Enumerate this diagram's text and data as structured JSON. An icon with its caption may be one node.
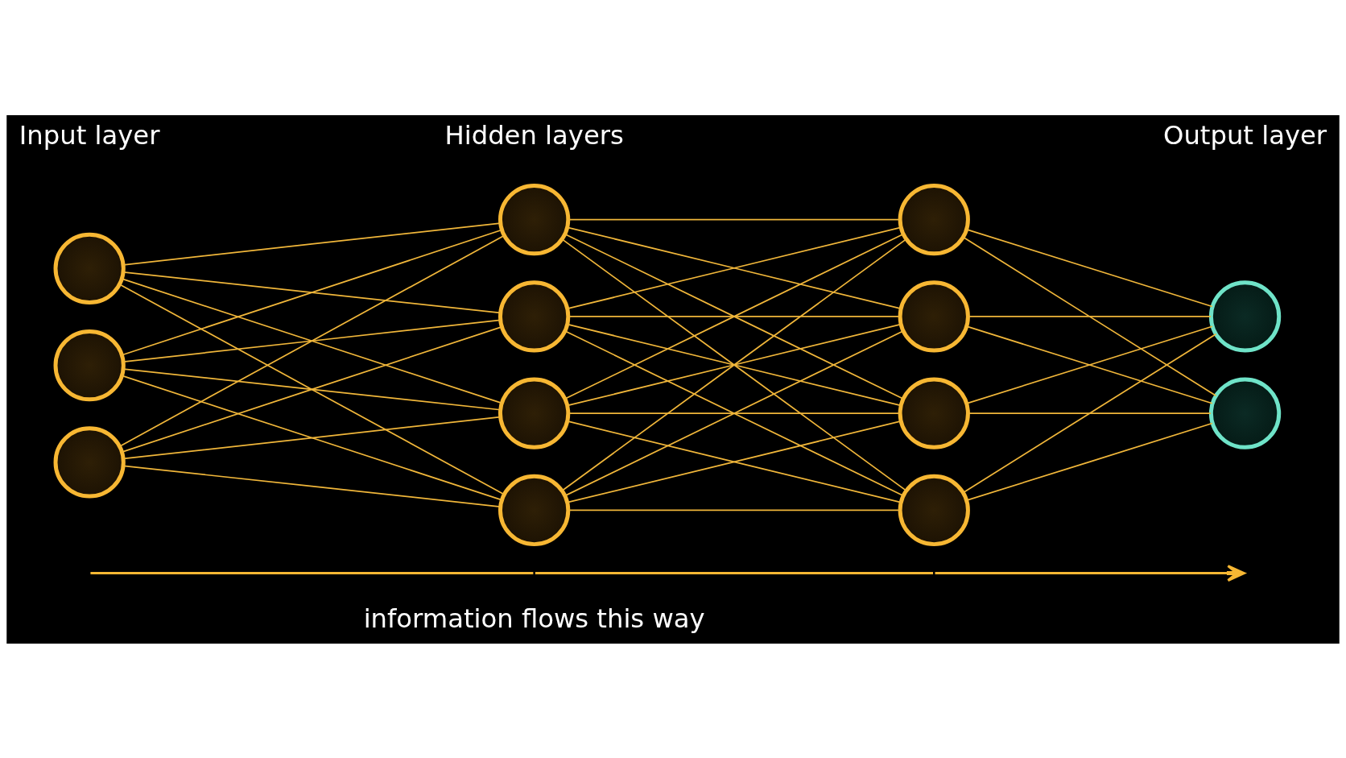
{
  "diagram": {
    "nodes": [
      {
        "text": [],
        "shape": "circle"
      },
      {
        "text": [],
        "shape": "circle"
      },
      {
        "text": [],
        "shape": "circle"
      },
      {
        "text": [],
        "shape": "circle"
      },
      {
        "text": [],
        "shape": "circle"
      },
      {
        "text": [],
        "shape": "circle"
      },
      {
        "text": [],
        "shape": "circle"
      },
      {
        "text": [],
        "shape": "circle"
      },
      {
        "text": [],
        "shape": "circle"
      },
      {
        "text": [],
        "shape": "circle"
      },
      {
        "text": [],
        "shape": "circle"
      },
      {
        "text": [],
        "shape": "circle"
      },
      {
        "text": [],
        "shape": "circle"
      }
    ],
    "edges": [
      {
        "from": 0,
        "to": 3,
        "arrow": "none"
      },
      {
        "from": 0,
        "to": 4,
        "arrow": "none"
      },
      {
        "from": 0,
        "to": 5,
        "arrow": "none"
      },
      {
        "from": 0,
        "to": 6,
        "arrow": "none"
      },
      {
        "from": 1,
        "to": 3,
        "arrow": "none"
      },
      {
        "from": 1,
        "to": 4,
        "arrow": "none"
      },
      {
        "from": 1,
        "to": 5,
        "arrow": "none"
      },
      {
        "from": 1,
        "to": 6,
        "arrow": "none"
      },
      {
        "from": 2,
        "to": 3,
        "arrow": "none"
      },
      {
        "from": 2,
        "to": 4,
        "arrow": "none"
      },
      {
        "from": 2,
        "to": 5,
        "arrow": "none"
      },
      {
        "from": 2,
        "to": 6,
        "arrow": "none"
      },
      {
        "from": 3,
        "to": 7,
        "arrow": "none"
      },
      {
        "from": 3,
        "to": 8,
        "arrow": "none"
      },
      {
        "from": 3,
        "to": 9,
        "arrow": "none"
      },
      {
        "from": 3,
        "to": 10,
        "arrow": "none"
      },
      {
        "from": 4,
        "to": 7,
        "arrow": "none"
      },
      {
        "from": 4,
        "to": 8,
        "arrow": "none"
      },
      {
        "from": 4,
        "to": 9,
        "arrow": "none"
      },
      {
        "from": 4,
        "to": 10,
        "arrow": "none"
      },
      {
        "from": 5,
        "to": 7,
        "arrow": "none"
      },
      {
        "from": 5,
        "to": 8,
        "arrow": "none"
      },
      {
        "from": 5,
        "to": 9,
        "arrow": "none"
      },
      {
        "from": 5,
        "to": 10,
        "arrow": "none"
      },
      {
        "from": 6,
        "to": 7,
        "arrow": "none"
      },
      {
        "from": 6,
        "to": 8,
        "arrow": "none"
      },
      {
        "from": 6,
        "to": 9,
        "arrow": "none"
      },
      {
        "from": 6,
        "to": 10,
        "arrow": "none"
      },
      {
        "from": 7,
        "to": 11,
        "arrow": "none"
      },
      {
        "from": 7,
        "to": 12,
        "arrow": "none"
      },
      {
        "from": 8,
        "to": 11,
        "arrow": "none"
      },
      {
        "from": 8,
        "to": 12,
        "arrow": "none"
      },
      {
        "from": 9,
        "to": 11,
        "arrow": "none"
      },
      {
        "from": 9,
        "to": 12,
        "arrow": "none"
      },
      {
        "from": 10,
        "to": 11,
        "arrow": "none"
      },
      {
        "from": 10,
        "to": 12,
        "arrow": "none"
      }
    ],
    "labels": [
      "Input layer",
      "Hidden layers",
      "Output layer",
      "information flows this way"
    ]
  }
}
